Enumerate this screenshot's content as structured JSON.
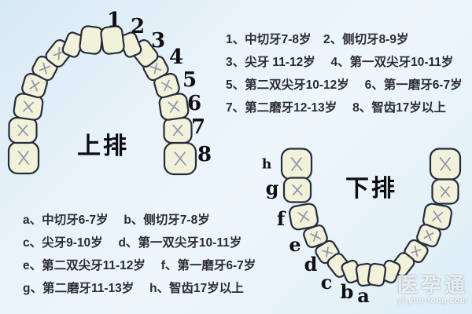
{
  "upper_section": {
    "arch_label": "上排",
    "tooth_numbers": [
      "1",
      "2",
      "3",
      "4",
      "5",
      "6",
      "7",
      "8"
    ],
    "legend_lines": [
      "1、中切牙7-8岁　2、侧切牙8-9岁",
      "3、尖牙 11-12岁　 4、第一双尖牙10-11岁",
      "5、第二双尖牙10-12岁　 6、第一磨牙6-7岁",
      "7、第二磨牙12-13岁　 8、智齿17岁以上"
    ]
  },
  "lower_section": {
    "arch_label": "下排",
    "tooth_letters": [
      "a",
      "b",
      "c",
      "d",
      "e",
      "f",
      "g",
      "h"
    ],
    "legend_lines": [
      "a、中切牙6-7岁　 b、侧切牙7-8岁",
      "c、尖牙9-10岁　 d、第一双尖牙10-11岁",
      "e、第二双尖牙11-12岁　 f、第一磨牙6-7岁",
      "g、第二磨牙11-13岁　 h、智齿17岁以上"
    ]
  },
  "watermark": {
    "brand": "医孕通",
    "url": "yi-yun-tong.com"
  },
  "colors": {
    "background": "#e4f0f9",
    "tooth_fill": "#f2f1da",
    "tooth_fill_inner": "#ecebc9",
    "tooth_outline": "#252c3d",
    "fissure_mark": "#8d96a8",
    "text": "#2b2b33"
  }
}
